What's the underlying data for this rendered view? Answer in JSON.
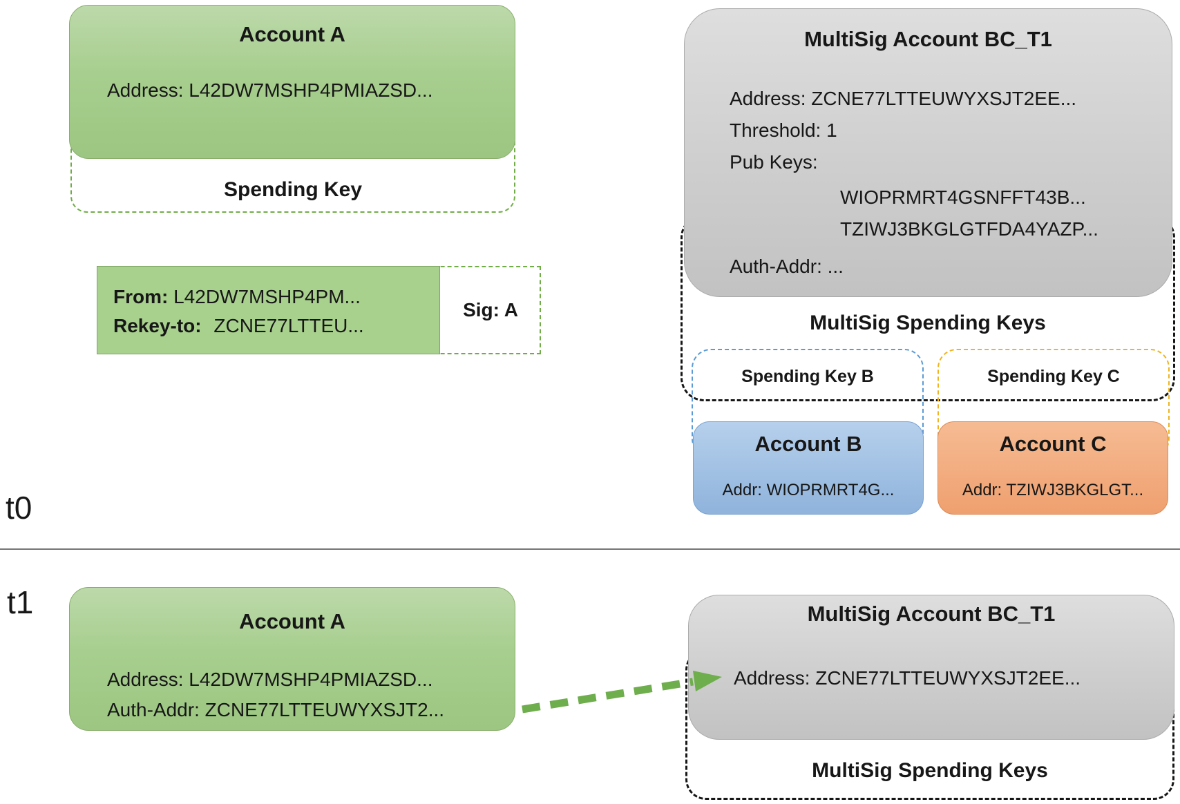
{
  "colors": {
    "green_accent": "#70ad47",
    "green_fill": "#a9d18e",
    "blue_accent": "#5b9bd5",
    "blue_fill": "#9dc3e6",
    "yellow_accent": "#ffc000",
    "orange_fill": "#f4b183",
    "gray_fill": "#d0d0d0",
    "dash_black": "#161616"
  },
  "t0": {
    "section_label": "t0",
    "account_a": {
      "title": "Account A",
      "address": "Address: L42DW7MSHP4PMIAZSD...",
      "spending_key_label": "Spending Key"
    },
    "rekey_txn": {
      "from_label": "From:",
      "from_value": "L42DW7MSHP4PM...",
      "rekey_label": "Rekey-to:",
      "rekey_value": "ZCNE77LTTEU...",
      "sig": "Sig: A"
    },
    "multisig": {
      "title": "MultiSig Account BC_T1",
      "address": "Address: ZCNE77LTTEUWYXSJT2EE...",
      "threshold": "Threshold: 1",
      "pub_keys_label": "Pub Keys:",
      "pub_key_1": "WIOPRMRT4GSNFFT43B...",
      "pub_key_2": "TZIWJ3BKGLGTFDA4YAZP...",
      "auth_addr": "Auth-Addr: ...",
      "spending_keys_label": "MultiSig Spending Keys",
      "spending_key_b": {
        "label": "Spending Key B",
        "account_title": "Account B",
        "account_addr": "Addr: WIOPRMRT4G..."
      },
      "spending_key_c": {
        "label": "Spending Key C",
        "account_title": "Account C",
        "account_addr": "Addr: TZIWJ3BKGLGT..."
      }
    }
  },
  "t1": {
    "section_label": "t1",
    "account_a": {
      "title": "Account A",
      "address": "Address: L42DW7MSHP4PMIAZSD...",
      "auth_addr": "Auth-Addr: ZCNE77LTTEUWYXSJT2..."
    },
    "multisig": {
      "title": "MultiSig Account BC_T1",
      "address": "Address: ZCNE77LTTEUWYXSJT2EE...",
      "spending_keys_label": "MultiSig Spending Keys"
    }
  }
}
